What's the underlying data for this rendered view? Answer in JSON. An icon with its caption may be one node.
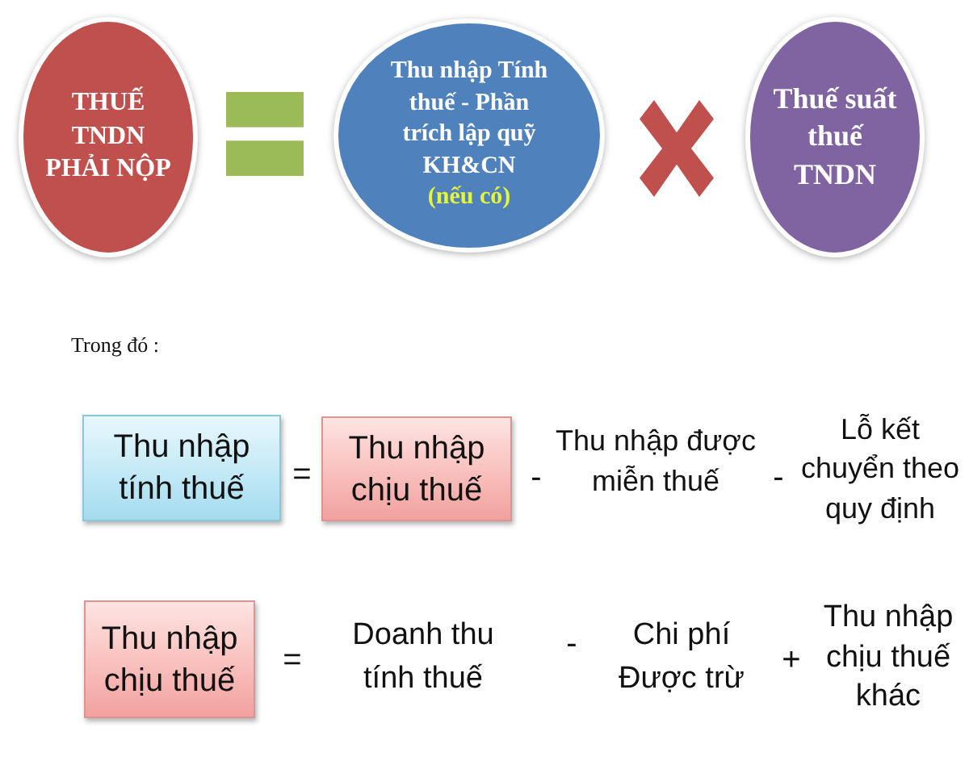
{
  "diagram": {
    "nodes": [
      {
        "text": [
          "THUẾ TNDN PHẢI NỘP"
        ]
      },
      {
        "text": [],
        "shape": "equals"
      },
      {
        "text": [
          "Thu nhập Tính thuế - Phần trích lập quỹ KH&CN",
          "(nếu có)"
        ]
      },
      {
        "text": [],
        "shape": "cross"
      },
      {
        "text": [
          "Thuế suất thuế TNDN"
        ]
      },
      {
        "text": [
          "Thu nhập tính thuế"
        ]
      },
      {
        "text": [
          "Thu nhập chịu thuế"
        ]
      },
      {
        "text": [
          "Thu nhập chịu thuế"
        ]
      }
    ],
    "labels": [
      "Trong đó :",
      "=",
      "-",
      "Thu nhập được miễn thuế",
      "-",
      "Lỗ kết chuyển theo quy định",
      "=",
      "Doanh thu tính thuế",
      "-",
      "Chi phí Được trừ",
      "+",
      "Thu nhập chịu thuế khác"
    ]
  }
}
